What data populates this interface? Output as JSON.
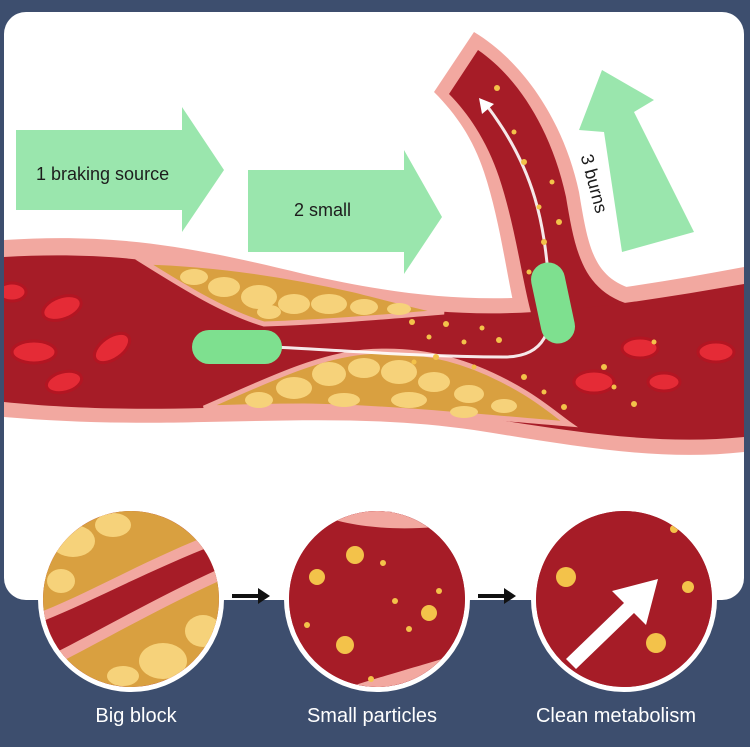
{
  "colors": {
    "background": "#3d4e6e",
    "panel": "#ffffff",
    "vessel_wall": "#f2a8a0",
    "vessel_inner": "#a61c27",
    "plaque": "#d9a040",
    "plaque_cells": "#f6d27a",
    "particle": "#f3c24a",
    "arrow_green": "#8fe3a4",
    "capsule": "#7ee08f"
  },
  "steps": [
    {
      "label": "1 braking source"
    },
    {
      "label": "2 small"
    },
    {
      "label": "3 burns"
    }
  ],
  "stages": [
    {
      "caption": "Big block"
    },
    {
      "caption": "Small particles"
    },
    {
      "caption": "Clean metabolism"
    }
  ]
}
